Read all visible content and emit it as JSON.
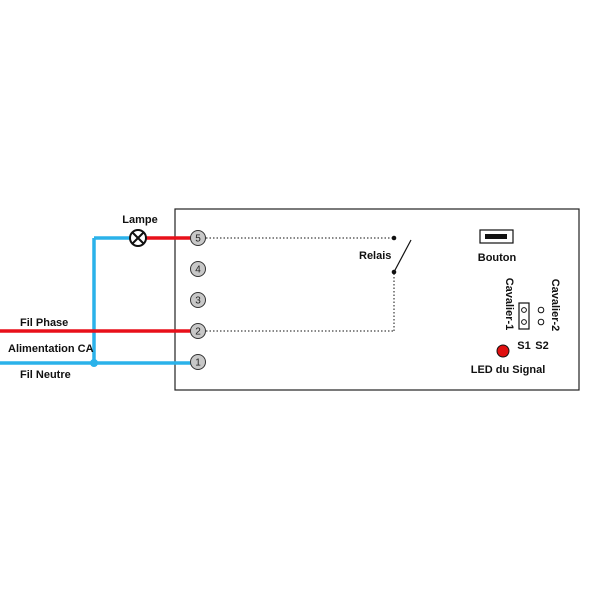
{
  "labels": {
    "lampe": "Lampe",
    "fil_phase": "Fil Phase",
    "alimentation": "Alimentation CA",
    "fil_neutre": "Fil Neutre",
    "relais": "Relais",
    "bouton": "Bouton",
    "cavalier_1": "Cavalier-1",
    "cavalier_2": "Cavalier-2",
    "s1": "S1",
    "s2": "S2",
    "led": "LED du Signal"
  },
  "terminals": [
    "5",
    "4",
    "3",
    "2",
    "1"
  ],
  "colors": {
    "phase": "#e8101a",
    "neutre": "#2bb2ea",
    "border": "#222222",
    "terminal_fill": "#c8c8c8",
    "led": "#e01010"
  },
  "icons": [
    "lamp-icon",
    "button-icon",
    "jumper-icon",
    "led-icon",
    "relay-switch-icon"
  ]
}
